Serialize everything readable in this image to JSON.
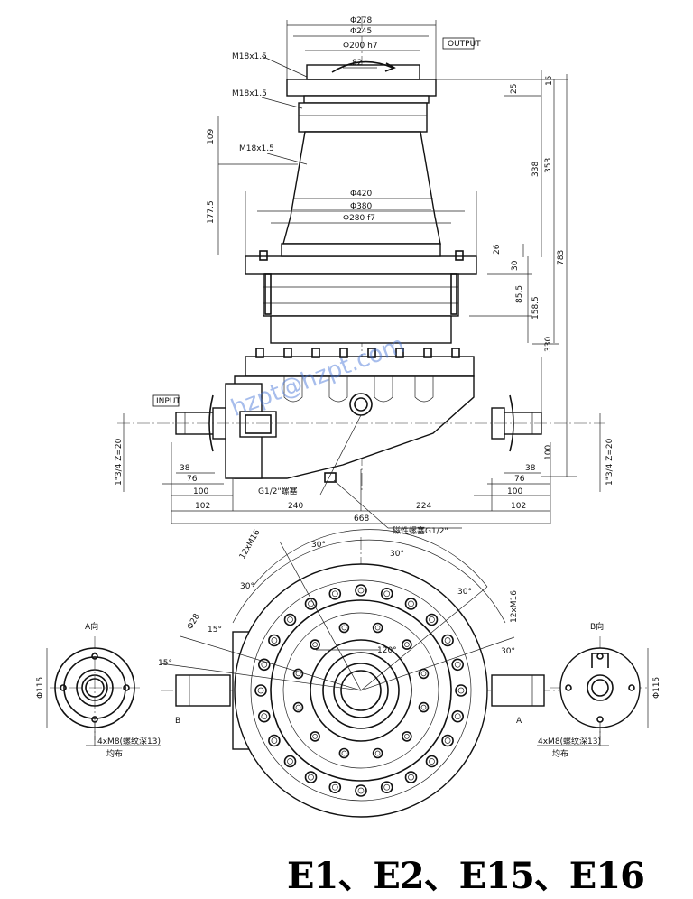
{
  "labels": {
    "output": "OUTPUT",
    "input": "INPUT",
    "view_a": "A向",
    "view_b": "B向",
    "section_a": "A",
    "section_b": "B"
  },
  "dimensions": {
    "d278": "Φ278",
    "d245": "Φ245",
    "d200": "Φ200 h7",
    "d82": "82",
    "m18_1": "M18x1.5",
    "m18_2": "M18x1.5",
    "m18_3": "M18x1.5",
    "v109": "109",
    "v177": "177.5",
    "d420": "Φ420",
    "d380": "Φ380",
    "d280": "Φ280 f7",
    "v15": "15",
    "v25": "25",
    "v26": "26",
    "v30": "30",
    "v338": "338",
    "v353": "353",
    "v783": "783",
    "v85": "85.5",
    "v158": "158.5",
    "v330": "330",
    "v100r": "100",
    "thread_l": "1\"3/4 Z=20",
    "thread_r": "1\"3/4 Z=20",
    "h38l": "38",
    "h76l": "76",
    "h100l": "100",
    "h102l": "102",
    "h240": "240",
    "h224": "224",
    "h102r": "102",
    "h100r": "100",
    "h76r": "76",
    "h38r": "38",
    "h668": "668",
    "plug": "G1/2\"螺塞",
    "mag_plug": "磁性螺塞G1/2\"",
    "holes12a": "12xM16",
    "holes12b": "12xM16",
    "a30a": "30°",
    "a30b": "30°",
    "a30c": "30°",
    "a30d": "30°",
    "a30e": "30°",
    "a15a": "15°",
    "a15b": "15°",
    "a120": "120°",
    "d28": "Φ28",
    "d115l": "Φ115",
    "d115r": "Φ115",
    "m8l": "4xM8(螺纹深13)",
    "m8r": "4xM8(螺纹深13)",
    "even_l": "均布",
    "even_r": "均布"
  },
  "watermark": "hzpt@hzpt.com",
  "model": "E1、E2、E15、E16"
}
